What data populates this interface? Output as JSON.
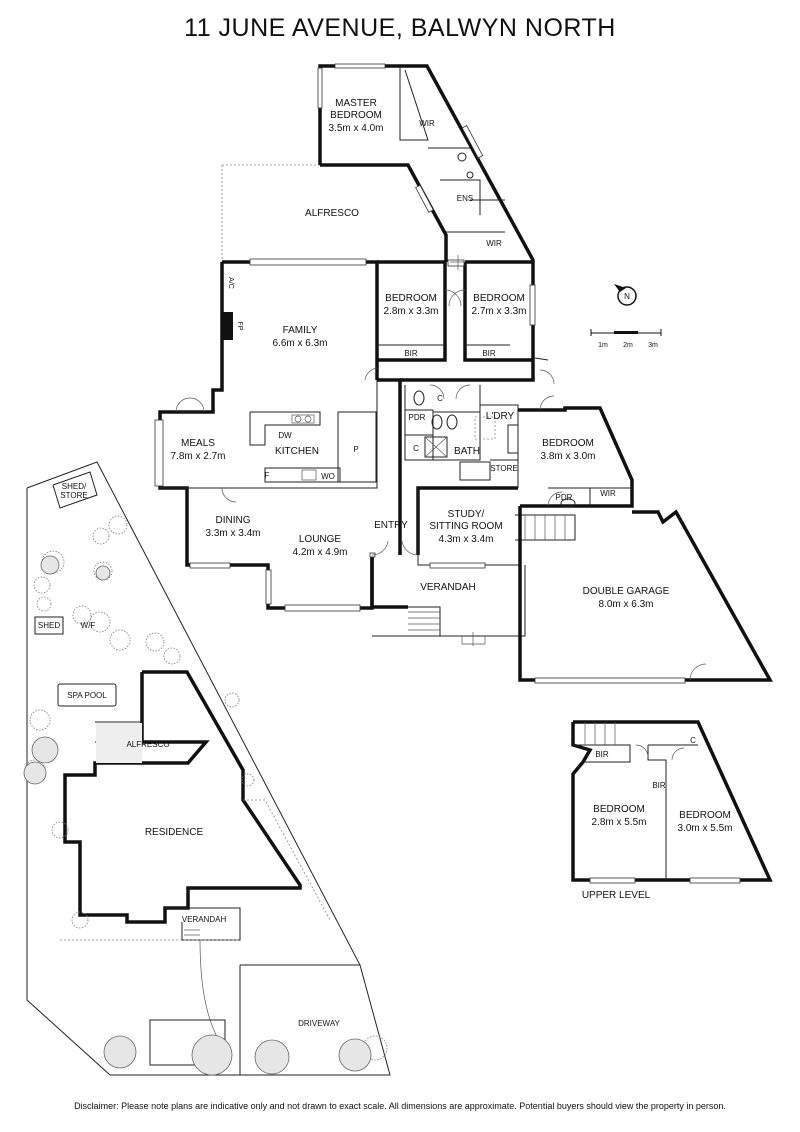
{
  "title": "11 JUNE AVENUE, BALWYN NORTH",
  "disclaimer": "Disclaimer: Please note plans are indicative only and not drawn to exact scale. All dimensions are approximate. Potential buyers should view the property in person.",
  "rooms": {
    "master_bedroom_1": "MASTER",
    "master_bedroom_2": "BEDROOM",
    "master_bedroom_dim": "3.5m x 4.0m",
    "wir": "WIR",
    "ens": "ENS",
    "alfresco": "ALFRESCO",
    "bedroom": "BEDROOM",
    "bedroom_a_dim": "2.8m x 3.3m",
    "bedroom_b_dim": "2.7m x 3.3m",
    "bir": "BIR",
    "family": "FAMILY",
    "family_dim": "6.6m x 6.3m",
    "ac": "A/C",
    "fp": "FP",
    "meals": "MEALS",
    "meals_dim": "7.8m x 2.7m",
    "kitchen": "KITCHEN",
    "dw": "DW",
    "p": "P",
    "f": "F",
    "wo": "WO",
    "pdr": "PDR",
    "c": "C",
    "bath": "BATH",
    "ldry": "L'DRY",
    "store": "STORE",
    "bedroom_c_dim": "3.8m x 3.0m",
    "dining": "DINING",
    "dining_dim": "3.3m x 3.4m",
    "lounge": "LOUNGE",
    "lounge_dim": "4.2m x 4.9m",
    "entry": "ENTRY",
    "study_1": "STUDY/",
    "study_2": "SITTING ROOM",
    "study_dim": "4.3m x 3.4m",
    "verandah": "VERANDAH",
    "double_garage": "DOUBLE GARAGE",
    "garage_dim": "8.0m x 6.3m"
  },
  "scale": {
    "m1": "1m",
    "m2": "2m",
    "m3": "3m",
    "north": "N"
  },
  "site": {
    "shed_store_1": "SHED/",
    "shed_store_2": "STORE",
    "shed": "SHED",
    "wf": "W/F",
    "spa_pool": "SPA POOL",
    "alfresco": "ALFRESCO",
    "residence": "RESIDENCE",
    "verandah": "VERANDAH",
    "driveway": "DRIVEWAY"
  },
  "upper": {
    "label": "UPPER LEVEL",
    "bir": "BIR",
    "c": "C",
    "bedroom": "BEDROOM",
    "bedroom_a_dim": "2.8m x 5.5m",
    "bedroom_b_dim": "3.0m x 5.5m"
  }
}
